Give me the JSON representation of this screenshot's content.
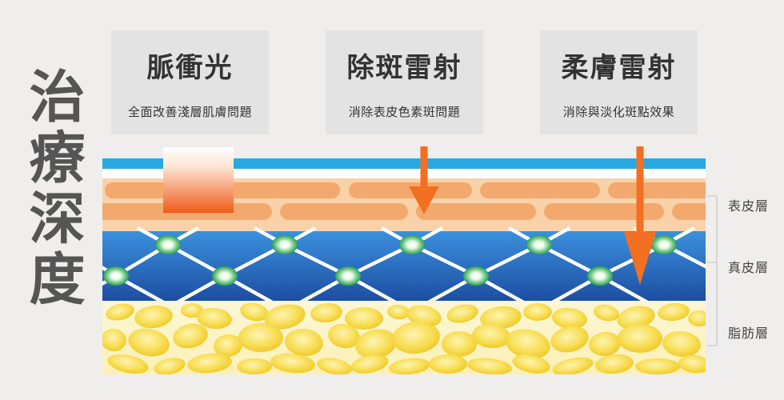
{
  "title": "治療深度",
  "treatments": [
    {
      "name": "脈衝光",
      "description": "全面改善淺層肌膚問題",
      "indicator_icon": "light-gradient-block-icon"
    },
    {
      "name": "除斑雷射",
      "description": "消除表皮色素斑問題",
      "indicator_icon": "down-arrow-icon"
    },
    {
      "name": "柔膚雷射",
      "description": "消除與淡化斑點效果",
      "indicator_icon": "down-arrow-icon"
    }
  ],
  "skin_layers": [
    {
      "label": "表皮層"
    },
    {
      "label": "真皮層"
    },
    {
      "label": "脂肪層"
    }
  ],
  "colors": {
    "background": "#efeeec",
    "card": "#e3e3e3",
    "title_text": "#555555",
    "accent_orange": "#f36f21",
    "surface_band": "#29a9e1",
    "epidermis": "#f9d2aa",
    "epidermis_cell": "#f3a86d",
    "dermis": "#2b7fd3",
    "collagen_node": "#5bbf7a",
    "fat": "#fbf2c4",
    "fat_cell": "#f7dc50"
  }
}
